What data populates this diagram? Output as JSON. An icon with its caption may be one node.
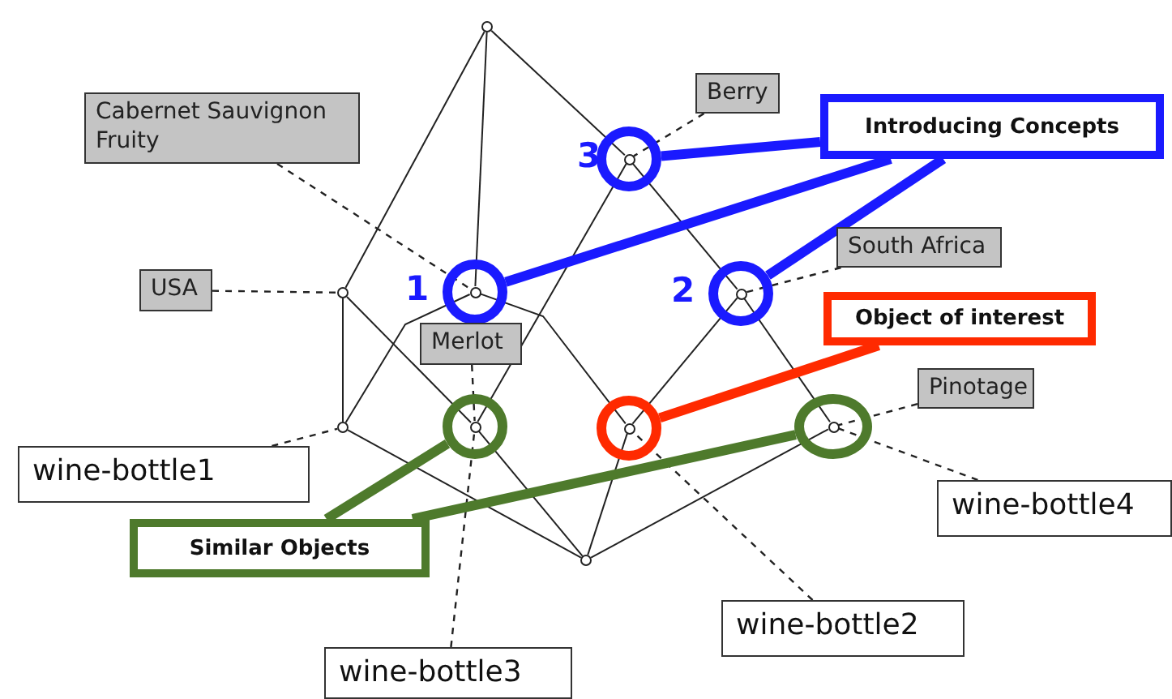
{
  "diagram": {
    "nodes": [
      {
        "text": [],
        "shape": "circle"
      },
      {
        "text": [
          "Cabernet Sauvignon",
          "Fruity"
        ]
      },
      {
        "text": [
          "Berry"
        ]
      },
      {
        "text": [
          "Introducing Concepts"
        ]
      },
      {
        "text": [],
        "shape": "circle"
      },
      {
        "text": [],
        "shape": "circle",
        "in": 4
      },
      {
        "text": [
          "USA"
        ]
      },
      {
        "text": [],
        "shape": "circle"
      },
      {
        "text": [],
        "shape": "circle"
      },
      {
        "text": [],
        "shape": "circle",
        "in": 8
      },
      {
        "text": [
          "South Africa"
        ]
      },
      {
        "text": [],
        "shape": "circle"
      },
      {
        "text": [],
        "shape": "circle",
        "in": 11
      },
      {
        "text": [
          "Object of interest"
        ]
      },
      {
        "text": [
          "Merlot"
        ]
      },
      {
        "text": [
          "Pinotage"
        ]
      },
      {
        "text": [],
        "shape": "circle"
      },
      {
        "text": [],
        "shape": "circle"
      },
      {
        "text": [],
        "shape": "circle",
        "in": 17
      },
      {
        "text": [],
        "shape": "circle"
      },
      {
        "text": [],
        "shape": "circle",
        "in": 19
      },
      {
        "text": [],
        "shape": "circle"
      },
      {
        "text": [],
        "shape": "circle",
        "in": 21
      },
      {
        "text": [
          "wine-bottle1"
        ]
      },
      {
        "text": [
          "wine-bottle4"
        ]
      },
      {
        "text": [
          "Similar Objects"
        ]
      },
      {
        "text": [],
        "shape": "circle"
      },
      {
        "text": [
          "wine-bottle2"
        ]
      },
      {
        "text": [
          "wine-bottle3"
        ]
      }
    ],
    "edges": [
      {
        "from": 0,
        "to": 7,
        "arrow": "none"
      },
      {
        "from": 0,
        "to": 9,
        "arrow": "none"
      },
      {
        "from": 0,
        "to": 5,
        "arrow": "none"
      },
      {
        "from": 7,
        "to": 16,
        "arrow": "none"
      },
      {
        "from": 7,
        "to": 18,
        "arrow": "none"
      },
      {
        "from": 9,
        "to": 16,
        "arrow": "none"
      },
      {
        "from": 9,
        "to": 20,
        "arrow": "none"
      },
      {
        "from": 5,
        "to": 18,
        "arrow": "none"
      },
      {
        "from": 5,
        "to": 12,
        "arrow": "none"
      },
      {
        "from": 12,
        "to": 20,
        "arrow": "none"
      },
      {
        "from": 12,
        "to": 22,
        "arrow": "none"
      },
      {
        "from": 16,
        "to": 26,
        "arrow": "none"
      },
      {
        "from": 18,
        "to": 26,
        "arrow": "none"
      },
      {
        "from": 20,
        "to": 26,
        "arrow": "none"
      },
      {
        "from": 22,
        "to": 26,
        "arrow": "none"
      },
      {
        "from": 1,
        "to": 9,
        "arrow": "none",
        "style": "dashed"
      },
      {
        "from": 6,
        "to": 7,
        "arrow": "none",
        "style": "dashed"
      },
      {
        "from": 2,
        "to": 5,
        "arrow": "none",
        "style": "dashed"
      },
      {
        "from": 10,
        "to": 12,
        "arrow": "none",
        "style": "dashed"
      },
      {
        "from": 14,
        "to": 18,
        "arrow": "none",
        "style": "dashed"
      },
      {
        "from": 23,
        "to": 16,
        "arrow": "none",
        "style": "dashed"
      },
      {
        "from": 28,
        "to": 18,
        "arrow": "none",
        "style": "dashed"
      },
      {
        "from": 27,
        "to": 20,
        "arrow": "none",
        "style": "dashed"
      },
      {
        "from": 15,
        "to": 22,
        "arrow": "none",
        "style": "dashed"
      },
      {
        "from": 24,
        "to": 22,
        "arrow": "none",
        "style": "dashed"
      },
      {
        "from": 3,
        "to": 4,
        "arrow": "none",
        "style": "thick",
        "color": "#1a1aff"
      },
      {
        "from": 3,
        "to": 8,
        "arrow": "none",
        "style": "thick",
        "color": "#1a1aff"
      },
      {
        "from": 3,
        "to": 11,
        "arrow": "none",
        "style": "thick",
        "color": "#1a1aff"
      },
      {
        "from": 13,
        "to": 19,
        "arrow": "none",
        "style": "thick",
        "color": "#ff2a00"
      },
      {
        "from": 25,
        "to": 17,
        "arrow": "none",
        "style": "thick",
        "color": "#4e7a2c"
      },
      {
        "from": 25,
        "to": 21,
        "arrow": "none",
        "style": "thick",
        "color": "#4e7a2c"
      }
    ],
    "labels": [
      "3",
      "1",
      "2"
    ]
  }
}
